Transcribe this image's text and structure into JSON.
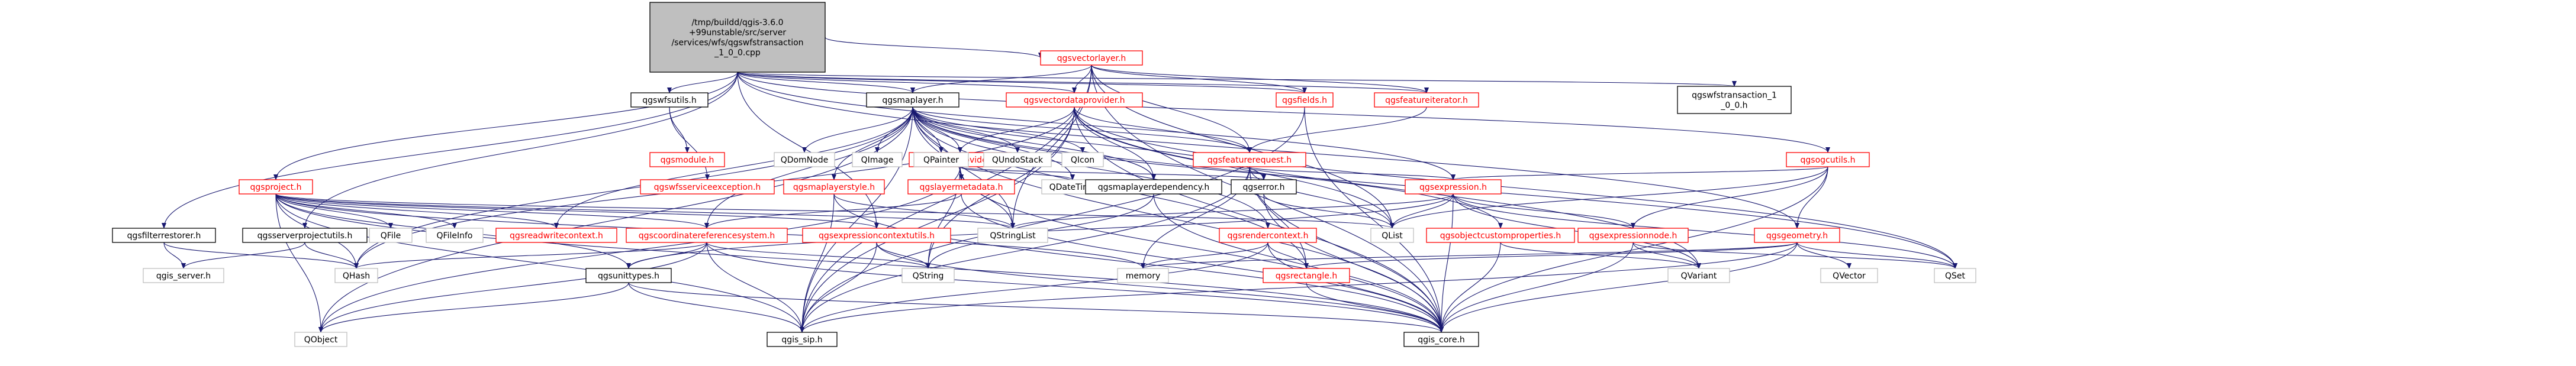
{
  "diagram": {
    "type": "include-dependency-graph",
    "colors": {
      "edge": "#191970",
      "root_fill": "#bfbfbf",
      "node_border": "#bfbfbf",
      "linked_border": "#ff0000",
      "link_text": "#ff0000"
    },
    "nodes": [
      {
        "id": "root",
        "label": [
          "/tmp/buildd/qgis-3.6.0",
          "+99unstable/src/server",
          "/services/wfs/qgswfstransaction",
          "_1_0_0.cpp"
        ],
        "style": "root"
      },
      {
        "id": "qgsvectorlayer",
        "label": [
          "qgsvectorlayer.h"
        ],
        "style": "red"
      },
      {
        "id": "qgswfsutils",
        "label": [
          "qgswfsutils.h"
        ],
        "style": "dark"
      },
      {
        "id": "qgsmaplayer",
        "label": [
          "qgsmaplayer.h"
        ],
        "style": "dark"
      },
      {
        "id": "qgsvectordataprovider",
        "label": [
          "qgsvectordataprovider.h"
        ],
        "style": "red"
      },
      {
        "id": "qgsfields",
        "label": [
          "qgsfields.h"
        ],
        "style": "red"
      },
      {
        "id": "qgsfeatureiterator",
        "label": [
          "qgsfeatureiterator.h"
        ],
        "style": "red"
      },
      {
        "id": "qgswfstransaction10h",
        "label": [
          "qgswfstransaction_1",
          "_0_0.h"
        ],
        "style": "dark"
      },
      {
        "id": "qgsogcutils",
        "label": [
          "qgsogcutils.h"
        ],
        "style": "red"
      },
      {
        "id": "qgsmodule",
        "label": [
          "qgsmodule.h"
        ],
        "style": "red"
      },
      {
        "id": "qgsfeaturerequest",
        "label": [
          "qgsfeaturerequest.h"
        ],
        "style": "red"
      },
      {
        "id": "qgsdataprovider",
        "label": [
          "qgsdataprovider.h"
        ],
        "style": "red"
      },
      {
        "id": "qgsproject",
        "label": [
          "qgsproject.h"
        ],
        "style": "red"
      },
      {
        "id": "QDomNode",
        "label": [
          "QDomNode"
        ],
        "style": "plain"
      },
      {
        "id": "QImage",
        "label": [
          "QImage"
        ],
        "style": "plain"
      },
      {
        "id": "QPainter",
        "label": [
          "QPainter"
        ],
        "style": "plain"
      },
      {
        "id": "QUndoStack",
        "label": [
          "QUndoStack"
        ],
        "style": "plain"
      },
      {
        "id": "QIcon",
        "label": [
          "QIcon"
        ],
        "style": "plain"
      },
      {
        "id": "qgswfsserviceexception",
        "label": [
          "qgswfsserviceexception.h"
        ],
        "style": "red"
      },
      {
        "id": "qgsmaplayerstyle",
        "label": [
          "qgsmaplayerstyle.h"
        ],
        "style": "red"
      },
      {
        "id": "qgslayermetadata",
        "label": [
          "qgslayermetadata.h"
        ],
        "style": "red"
      },
      {
        "id": "QDateTime",
        "label": [
          "QDateTime"
        ],
        "style": "plain"
      },
      {
        "id": "qgsmaplayerdependency",
        "label": [
          "qgsmaplayerdependency.h"
        ],
        "style": "dark"
      },
      {
        "id": "qgserror",
        "label": [
          "qgserror.h"
        ],
        "style": "dark"
      },
      {
        "id": "qgsexpression",
        "label": [
          "qgsexpression.h"
        ],
        "style": "red"
      },
      {
        "id": "qgsfilterrestorer",
        "label": [
          "qgsfilterrestorer.h"
        ],
        "style": "dark"
      },
      {
        "id": "qgsserverprojectutils",
        "label": [
          "qgsserverprojectutils.h"
        ],
        "style": "dark"
      },
      {
        "id": "QFile",
        "label": [
          "QFile"
        ],
        "style": "plain"
      },
      {
        "id": "QFileInfo",
        "label": [
          "QFileInfo"
        ],
        "style": "plain"
      },
      {
        "id": "qgsreadwritecontext",
        "label": [
          "qgsreadwritecontext.h"
        ],
        "style": "red"
      },
      {
        "id": "qgscoordinatereferencesystem",
        "label": [
          "qgscoordinatereferencesystem.h"
        ],
        "style": "red"
      },
      {
        "id": "qgsexpressioncontextutils",
        "label": [
          "qgsexpressioncontextutils.h"
        ],
        "style": "red"
      },
      {
        "id": "QStringList",
        "label": [
          "QStringList"
        ],
        "style": "plain"
      },
      {
        "id": "qgsrendercontext",
        "label": [
          "qgsrendercontext.h"
        ],
        "style": "red"
      },
      {
        "id": "QList",
        "label": [
          "QList"
        ],
        "style": "plain"
      },
      {
        "id": "qgsobjectcustomproperties",
        "label": [
          "qgsobjectcustomproperties.h"
        ],
        "style": "red"
      },
      {
        "id": "qgsexpressionnode",
        "label": [
          "qgsexpressionnode.h"
        ],
        "style": "red"
      },
      {
        "id": "qgsgeometry",
        "label": [
          "qgsgeometry.h"
        ],
        "style": "red"
      },
      {
        "id": "qgis_server",
        "label": [
          "qgis_server.h"
        ],
        "style": "plain"
      },
      {
        "id": "QHash",
        "label": [
          "QHash"
        ],
        "style": "plain"
      },
      {
        "id": "memory",
        "label": [
          "memory"
        ],
        "style": "plain"
      },
      {
        "id": "qgsunittypes",
        "label": [
          "qgsunittypes.h"
        ],
        "style": "dark"
      },
      {
        "id": "QString",
        "label": [
          "QString"
        ],
        "style": "plain"
      },
      {
        "id": "qgsrectangle",
        "label": [
          "qgsrectangle.h"
        ],
        "style": "red"
      },
      {
        "id": "QVariant",
        "label": [
          "QVariant"
        ],
        "style": "plain"
      },
      {
        "id": "QVector",
        "label": [
          "QVector"
        ],
        "style": "plain"
      },
      {
        "id": "QSet",
        "label": [
          "QSet"
        ],
        "style": "plain"
      },
      {
        "id": "QObject",
        "label": [
          "QObject"
        ],
        "style": "plain"
      },
      {
        "id": "qgis_sip",
        "label": [
          "qgis_sip.h"
        ],
        "style": "dark"
      },
      {
        "id": "qgis_core",
        "label": [
          "qgis_core.h"
        ],
        "style": "dark"
      }
    ],
    "edges": [
      [
        "root",
        "qgsvectorlayer"
      ],
      [
        "root",
        "qgswfsutils"
      ],
      [
        "root",
        "qgsmaplayer"
      ],
      [
        "root",
        "qgsvectordataprovider"
      ],
      [
        "root",
        "qgsfields"
      ],
      [
        "root",
        "qgsfeatureiterator"
      ],
      [
        "root",
        "qgswfstransaction10h"
      ],
      [
        "root",
        "qgsogcutils"
      ],
      [
        "root",
        "qgsproject"
      ],
      [
        "root",
        "qgsfilterrestorer"
      ],
      [
        "root",
        "qgsserverprojectutils"
      ],
      [
        "root",
        "qgsexpression"
      ],
      [
        "root",
        "qgsgeometry"
      ],
      [
        "root",
        "qgsexpressioncontextutils"
      ],
      [
        "qgsvectorlayer",
        "qgsmaplayer"
      ],
      [
        "qgsvectorlayer",
        "qgsvectordataprovider"
      ],
      [
        "qgsvectorlayer",
        "qgsfields"
      ],
      [
        "qgsvectorlayer",
        "qgsfeatureiterator"
      ],
      [
        "qgsvectorlayer",
        "qgsfeaturerequest"
      ],
      [
        "qgsvectorlayer",
        "QList"
      ],
      [
        "qgsvectorlayer",
        "qgis_sip"
      ],
      [
        "qgsvectorlayer",
        "qgis_core"
      ],
      [
        "qgsvectorlayer",
        "QStringList"
      ],
      [
        "qgswfsutils",
        "qgsmodule"
      ],
      [
        "qgswfsutils",
        "qgswfsserviceexception"
      ],
      [
        "qgsmaplayer",
        "QDomNode"
      ],
      [
        "qgsmaplayer",
        "QImage"
      ],
      [
        "qgsmaplayer",
        "QPainter"
      ],
      [
        "qgsmaplayer",
        "QUndoStack"
      ],
      [
        "qgsmaplayer",
        "QIcon"
      ],
      [
        "qgsmaplayer",
        "qgsdataprovider"
      ],
      [
        "qgsmaplayer",
        "qgsmaplayerstyle"
      ],
      [
        "qgsmaplayer",
        "qgslayermetadata"
      ],
      [
        "qgsmaplayer",
        "QDateTime"
      ],
      [
        "qgsmaplayer",
        "qgsmaplayerdependency"
      ],
      [
        "qgsmaplayer",
        "qgserror"
      ],
      [
        "qgsmaplayer",
        "qgsfeaturerequest"
      ],
      [
        "qgsmaplayer",
        "qgsreadwritecontext"
      ],
      [
        "qgsmaplayer",
        "qgscoordinatereferencesystem"
      ],
      [
        "qgsmaplayer",
        "qgsrendercontext"
      ],
      [
        "qgsmaplayer",
        "qgsobjectcustomproperties"
      ],
      [
        "qgsmaplayer",
        "qgsrectangle"
      ],
      [
        "qgsmaplayer",
        "QObject"
      ],
      [
        "qgsmaplayer",
        "qgis_core"
      ],
      [
        "qgsmaplayer",
        "qgis_sip"
      ],
      [
        "qgsmaplayer",
        "QSet"
      ],
      [
        "qgsmaplayer",
        "QStringList"
      ],
      [
        "qgsmaplayer",
        "QHash"
      ],
      [
        "qgsvectordataprovider",
        "qgsdataprovider"
      ],
      [
        "qgsvectordataprovider",
        "qgsfeaturerequest"
      ],
      [
        "qgsvectordataprovider",
        "qgsmaplayerdependency"
      ],
      [
        "qgsvectordataprovider",
        "QList"
      ],
      [
        "qgsvectordataprovider",
        "QSet"
      ],
      [
        "qgsvectordataprovider",
        "QVariant"
      ],
      [
        "qgsvectordataprovider",
        "QHash"
      ],
      [
        "qgsvectordataprovider",
        "qgis_core"
      ],
      [
        "qgsvectordataprovider",
        "qgis_sip"
      ],
      [
        "qgsvectordataprovider",
        "QString"
      ],
      [
        "qgsfields",
        "qgis_core"
      ],
      [
        "qgsfields",
        "qgis_sip"
      ],
      [
        "qgsfeatureiterator",
        "qgsfeaturerequest"
      ],
      [
        "qgsfeaturerequest",
        "qgsexpression"
      ],
      [
        "qgsfeaturerequest",
        "QList"
      ],
      [
        "qgsfeaturerequest",
        "memory"
      ],
      [
        "qgsfeaturerequest",
        "qgsrectangle"
      ],
      [
        "qgsfeaturerequest",
        "qgis_core"
      ],
      [
        "qgsfeaturerequest",
        "qgis_sip"
      ],
      [
        "qgsdataprovider",
        "QDateTime"
      ],
      [
        "qgsdataprovider",
        "QObject"
      ],
      [
        "qgsdataprovider",
        "QString"
      ],
      [
        "qgsdataprovider",
        "QStringList"
      ],
      [
        "qgsdataprovider",
        "qgserror"
      ],
      [
        "qgsdataprovider",
        "qgis_core"
      ],
      [
        "qgsdataprovider",
        "qgslayermetadata"
      ],
      [
        "qgsproject",
        "QFile"
      ],
      [
        "qgsproject",
        "QFileInfo"
      ],
      [
        "qgsproject",
        "qgsreadwritecontext"
      ],
      [
        "qgsproject",
        "qgscoordinatereferencesystem"
      ],
      [
        "qgsproject",
        "qgsexpressioncontextutils"
      ],
      [
        "qgsproject",
        "QStringList"
      ],
      [
        "qgsproject",
        "QList"
      ],
      [
        "qgsproject",
        "QHash"
      ],
      [
        "qgsproject",
        "QObject"
      ],
      [
        "qgsproject",
        "qgsunittypes"
      ],
      [
        "qgsproject",
        "qgis_core"
      ],
      [
        "qgsproject",
        "qgis_sip"
      ],
      [
        "qgsproject",
        "memory"
      ],
      [
        "qgsmaplayerstyle",
        "QStringList"
      ],
      [
        "qgsmaplayerstyle",
        "qgis_core"
      ],
      [
        "qgsmaplayerstyle",
        "qgis_sip"
      ],
      [
        "qgslayermetadata",
        "qgscoordinatereferencesystem"
      ],
      [
        "qgslayermetadata",
        "qgis_core"
      ],
      [
        "qgsmaplayerdependency",
        "QString"
      ],
      [
        "qgsmaplayerdependency",
        "qgis_core"
      ],
      [
        "qgserror",
        "QList"
      ],
      [
        "qgserror",
        "qgis_core"
      ],
      [
        "qgsexpression",
        "QStringList"
      ],
      [
        "qgsexpression",
        "QVariant"
      ],
      [
        "qgsexpression",
        "QList"
      ],
      [
        "qgsexpression",
        "QSet"
      ],
      [
        "qgsexpression",
        "qgsexpressionnode"
      ],
      [
        "qgsexpression",
        "qgsunittypes"
      ],
      [
        "qgsexpression",
        "qgis_core"
      ],
      [
        "qgsfilterrestorer",
        "qgis_server"
      ],
      [
        "qgsfilterrestorer",
        "QHash"
      ],
      [
        "qgsserverprojectutils",
        "qgis_server"
      ],
      [
        "qgsserverprojectutils",
        "QHash"
      ],
      [
        "qgscoordinatereferencesystem",
        "QString"
      ],
      [
        "qgscoordinatereferencesystem",
        "QHash"
      ],
      [
        "qgscoordinatereferencesystem",
        "qgsunittypes"
      ],
      [
        "qgscoordinatereferencesystem",
        "qgis_core"
      ],
      [
        "qgscoordinatereferencesystem",
        "qgis_sip"
      ],
      [
        "qgscoordinatereferencesystem",
        "QObject"
      ],
      [
        "qgsexpressioncontextutils",
        "QString"
      ],
      [
        "qgsexpressioncontextutils",
        "qgis_core"
      ],
      [
        "qgsexpressioncontextutils",
        "qgis_sip"
      ],
      [
        "qgsrendercontext",
        "memory"
      ],
      [
        "qgsrendercontext",
        "qgsrectangle"
      ],
      [
        "qgsrendercontext",
        "qgis_core"
      ],
      [
        "qgsrendercontext",
        "qgis_sip"
      ],
      [
        "qgsobjectcustomproperties",
        "QVariant"
      ],
      [
        "qgsobjectcustomproperties",
        "qgis_core"
      ],
      [
        "qgsexpressionnode",
        "QSet"
      ],
      [
        "qgsexpressionnode",
        "QVariant"
      ],
      [
        "qgsexpressionnode",
        "qgis_core"
      ],
      [
        "qgsgeometry",
        "QVector"
      ],
      [
        "qgsgeometry",
        "QSet"
      ],
      [
        "qgsgeometry",
        "qgsrectangle"
      ],
      [
        "qgsgeometry",
        "qgis_core"
      ],
      [
        "qgsgeometry",
        "qgis_sip"
      ],
      [
        "qgsgeometry",
        "memory"
      ],
      [
        "qgsogcutils",
        "qgsexpression"
      ],
      [
        "qgsogcutils",
        "qgsgeometry"
      ],
      [
        "qgsogcutils",
        "qgsexpressionnode"
      ],
      [
        "qgsogcutils",
        "QList"
      ],
      [
        "qgsogcutils",
        "qgis_core"
      ],
      [
        "qgsunittypes",
        "QObject"
      ],
      [
        "qgsunittypes",
        "qgis_core"
      ],
      [
        "qgsunittypes",
        "qgis_sip"
      ],
      [
        "qgsrectangle",
        "qgis_core"
      ]
    ]
  }
}
